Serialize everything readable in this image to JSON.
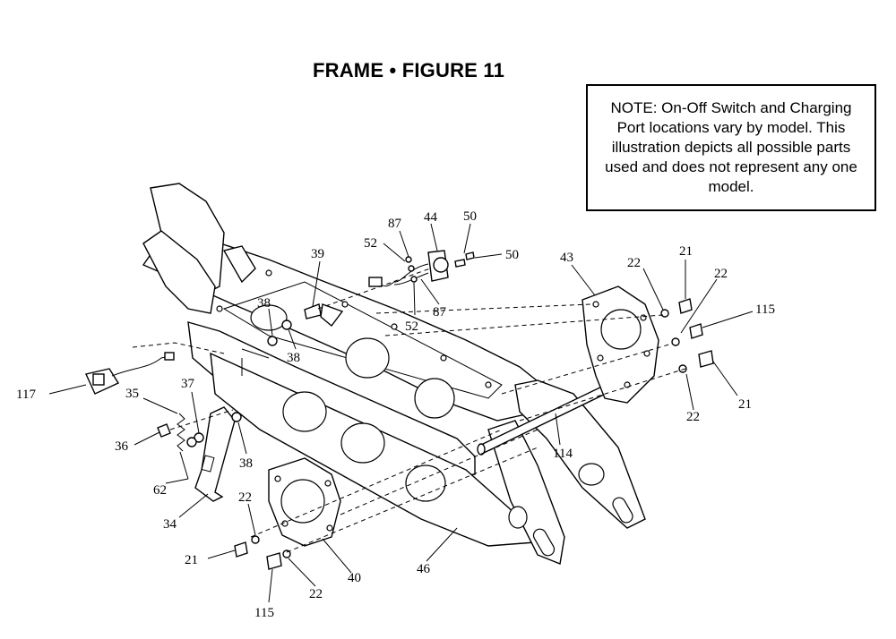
{
  "title": "FRAME  •  FIGURE 11",
  "note": "NOTE: On-Off Switch and Charging Port locations vary by model. This illustration depicts all possible parts used and does not represent any one model.",
  "callouts": {
    "c87a": "87",
    "c44": "44",
    "c50a": "50",
    "c52a": "52",
    "c50b": "50",
    "c87b": "87",
    "c52b": "52",
    "c39": "39",
    "c38a": "38",
    "c38b": "38",
    "c43": "43",
    "c22a": "22",
    "c21a": "21",
    "c22b": "22",
    "c115a": "115",
    "c117": "117",
    "c35": "35",
    "c37": "37",
    "c36": "36",
    "c38c": "38",
    "c62": "62",
    "c34": "34",
    "c22c": "22",
    "c21b": "21",
    "c114": "114",
    "c22d": "22",
    "c21c": "21",
    "c40": "40",
    "c46": "46",
    "c22e": "22",
    "c115b": "115"
  }
}
